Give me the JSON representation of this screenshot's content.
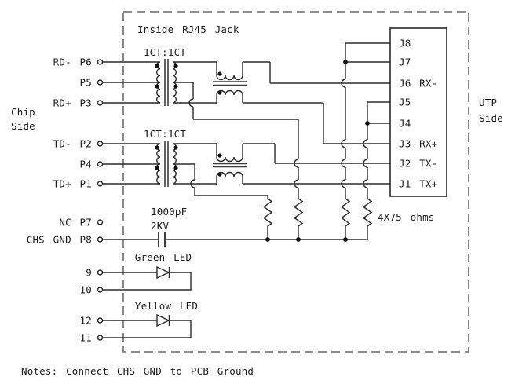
{
  "header": {
    "title": "Inside RJ45 Jack"
  },
  "sides": {
    "chip_line1": "Chip",
    "chip_line2": "Side",
    "utp_line1": "UTP",
    "utp_line2": "Side"
  },
  "transformers": {
    "rx_ratio": "1CT:1CT",
    "tx_ratio": "1CT:1CT"
  },
  "chip_pins": {
    "p6": "RD- P6",
    "p5": "P5",
    "p3": "RD+ P3",
    "p2": "TD- P2",
    "p4": "P4",
    "p1": "TD+ P1",
    "p7": "NC P7",
    "p8": "CHS GND P8",
    "led9": "9",
    "led10": "10",
    "led12": "12",
    "led11": "11"
  },
  "jack_pins": {
    "j8": "J8",
    "j7": "J7",
    "j6": "J6 RX-",
    "j5": "J5",
    "j4": "J4",
    "j3": "J3 RX+",
    "j2": "J2 TX-",
    "j1": "J1 TX+"
  },
  "components": {
    "capacitor_value": "1000pF",
    "capacitor_rating": "2KV",
    "resistor_label": "4X75 ohms",
    "green_led": "Green LED",
    "yellow_led": "Yellow LED"
  },
  "notes": "Notes: Connect CHS GND to PCB Ground",
  "colors": {
    "line": "#2a2a2a",
    "boundary": "#6a6a6a",
    "background": "#ffffff"
  }
}
